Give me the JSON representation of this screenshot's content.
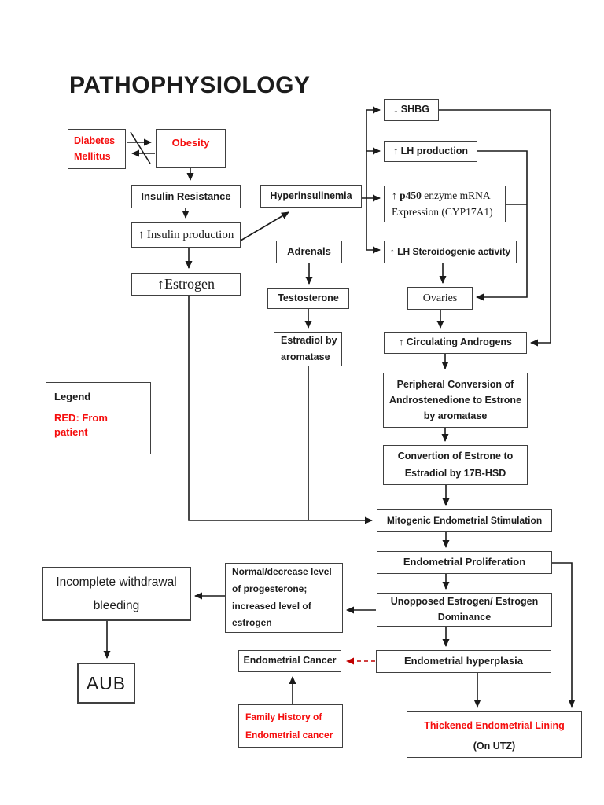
{
  "title": "PATHOPHYSIOLOGY",
  "colors": {
    "patient_red": "#f50d0d",
    "line_black": "#1a1a1a",
    "dashed_red": "#c00000"
  },
  "legend": {
    "heading": "Legend",
    "note": "RED: From patient"
  },
  "nodes": {
    "diabetes": {
      "lines": [
        "Diabetes",
        "Mellitus"
      ]
    },
    "obesity": {
      "label": "Obesity"
    },
    "insulin_resistance": {
      "label": "Insulin Resistance"
    },
    "hyperinsulinemia": {
      "label": "Hyperinsulinemia"
    },
    "insulin_production": {
      "label": "↑ Insulin production"
    },
    "estrogen": {
      "label": "↑Estrogen"
    },
    "adrenals": {
      "label": "Adrenals"
    },
    "testosterone": {
      "label": "Testosterone"
    },
    "estradiol": {
      "lines": [
        "Estradiol by",
        "aromatase"
      ]
    },
    "shbg": {
      "label": "↓ SHBG"
    },
    "lh_production": {
      "label": "↑ LH production"
    },
    "p450": {
      "prefix": "↑ ",
      "strong": "p450",
      "rest": " enzyme mRNA",
      "line2": "Expression (CYP17A1)"
    },
    "lh_steroidogenic": {
      "label": "↑ LH Steroidogenic activity"
    },
    "ovaries": {
      "label": "Ovaries"
    },
    "circulating_androgens": {
      "label": "↑ Circulating Androgens"
    },
    "peripheral_conversion": {
      "lines": [
        "Peripheral Conversion of",
        "Androstenedione to Estrone",
        "by aromatase"
      ]
    },
    "estrone_conversion": {
      "lines": [
        "Convertion of Estrone to",
        "Estradiol by 17B-HSD"
      ]
    },
    "mitogenic": {
      "label": "Mitogenic Endometrial Stimulation"
    },
    "proliferation": {
      "label": "Endometrial Proliferation"
    },
    "unopposed": {
      "lines": [
        "Unopposed Estrogen/ Estrogen",
        "Dominance"
      ]
    },
    "hyperplasia": {
      "label": "Endometrial hyperplasia"
    },
    "thickened": {
      "line1": "Thickened Endometrial Lining",
      "line2": "(On UTZ)"
    },
    "cancer": {
      "label": "Endometrial Cancer"
    },
    "family_history": {
      "lines": [
        "Family History of",
        "Endometrial cancer"
      ]
    },
    "normal_progesterone": {
      "lines": [
        "Normal/decrease level",
        "of progesterone;",
        "increased level of",
        "estrogen"
      ]
    },
    "incomplete_bleeding": {
      "lines": [
        "Incomplete withdrawal",
        "bleeding"
      ]
    },
    "aub": {
      "label": "AUB"
    }
  }
}
